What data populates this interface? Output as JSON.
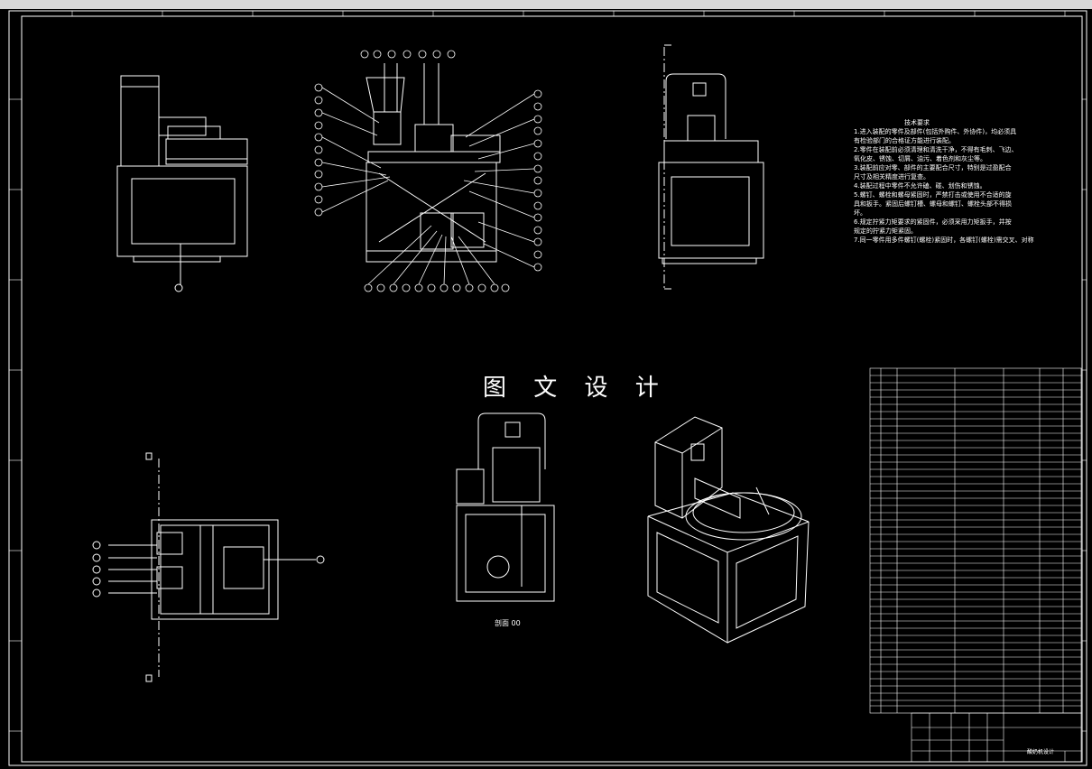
{
  "drawing": {
    "watermark": "图 文 设 计",
    "section_label": "剖面 00",
    "titleblock_title": "酸奶机设计",
    "tech_requirements": {
      "title": "技术要求",
      "lines": [
        "1.进入装配的零件及部件(包括外购件、外协件)，均必须具",
        "有检验部门的合格证方能进行装配。",
        "2.零件在装配前必须清理和清洗干净，不得有毛刺、飞边、",
        "氧化皮、锈蚀、切屑、油污、着色剂和灰尘等。",
        "3.装配前应对零、部件的主要配合尺寸，特别是过盈配合",
        "尺寸及相关精度进行复查。",
        "4.装配过程中零件不允许磕、碰、划伤和锈蚀。",
        "5.螺钉、螺栓和螺母紧固时，严禁打击或使用不合适的旋",
        "具和扳手。紧固后螺钉槽、螺母和螺钉、螺栓头部不得损",
        "坏。",
        "6.规定拧紧力矩要求的紧固件，必须采用力矩扳手，并按",
        "规定的拧紧力矩紧固。",
        "7.同一零件用多件螺钉(螺栓)紧固时，各螺钉(螺栓)需交叉、对称"
      ]
    },
    "colors": {
      "background": "#000000",
      "line": "#ffffff",
      "frame_top": "#d8d8d8"
    }
  }
}
